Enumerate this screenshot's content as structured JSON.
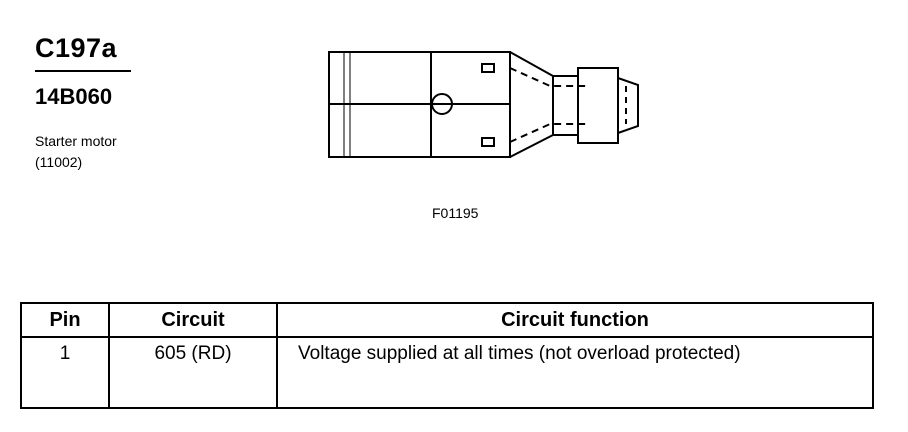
{
  "connector": {
    "id": "C197a",
    "part_number": "14B060",
    "component_name": "Starter motor",
    "component_code": "(11002)"
  },
  "figure": {
    "ref": "F01195"
  },
  "pin_table": {
    "headers": {
      "pin": "Pin",
      "circuit": "Circuit",
      "function": "Circuit function"
    },
    "rows": [
      {
        "pin": "1",
        "circuit": "605 (RD)",
        "function": "Voltage supplied at all times (not overload protected)"
      }
    ]
  }
}
